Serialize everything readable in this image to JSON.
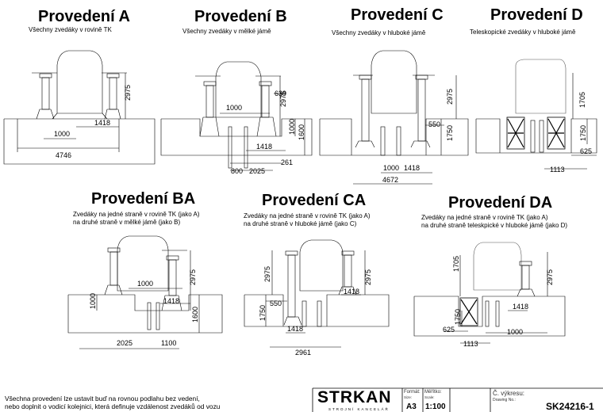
{
  "variants": {
    "a": {
      "title": "Provedení A",
      "desc": [
        "Všechny zvedáky v rovině TK"
      ]
    },
    "b": {
      "title": "Provedení B",
      "desc": [
        "Všechny zvedáky v mělké jámě"
      ]
    },
    "c": {
      "title": "Provedení C",
      "desc": [
        "Všechny zvedáky v hluboké jámě"
      ]
    },
    "d": {
      "title": "Provedení D",
      "desc": [
        "Teleskopické zvedáky v hluboké jámě"
      ]
    },
    "ba": {
      "title": "Provedení BA",
      "desc": [
        "Zvedáky na jedné straně v rovině TK (jako A)",
        "na druhé straně v mělké jámě (jako B)"
      ]
    },
    "ca": {
      "title": "Provedení CA",
      "desc": [
        "Zvedáky na jedné straně v rovině TK (jako A)",
        "na druhé straně v hluboké jámě (jako C)"
      ]
    },
    "da": {
      "title": "Provedení DA",
      "desc": [
        "Zvedáky na jedné straně v rovině TK (jako A)",
        "na druhé straně teleskpické v hluboké jámě (jako D)"
      ]
    }
  },
  "dimensions": {
    "a": [
      "2975",
      "1000",
      "1418",
      "4746"
    ],
    "b": [
      "639",
      "2975",
      "1000",
      "1000",
      "1600",
      "1418",
      "261",
      "800",
      "2025"
    ],
    "c": [
      "2975",
      "550",
      "1750",
      "1000",
      "1418",
      "4672"
    ],
    "d": [
      "1705",
      "1750",
      "625",
      "1113"
    ],
    "ba": [
      "2975",
      "1000",
      "1000",
      "1418",
      "1600",
      "2025",
      "1100"
    ],
    "ca": [
      "2975",
      "2975",
      "1418",
      "550",
      "1750",
      "1418",
      "2961"
    ],
    "da": [
      "1705",
      "2975",
      "1418",
      "1750",
      "625",
      "1000",
      "1113"
    ]
  },
  "footer": {
    "note": [
      "Všechna provedení lze ustavit buď na rovnou podlahu bez vedení,",
      "nebo doplnit o vodicí kolejnici, která definuje vzdálenost zvedáků od vozu"
    ],
    "logo": "STRKAN",
    "logo_sub": "STROJNÍ  KANCELÁŘ",
    "format_label": "Formát:",
    "format_sub": "Size:",
    "format_value": "A3",
    "scale_label": "Měřítko:",
    "scale_sub": "Scale:",
    "scale_value": "1:100",
    "drawing_label": "Č. výkresu:",
    "drawing_sub": "Drawing No.:",
    "drawing_value": "SK24216-1"
  }
}
